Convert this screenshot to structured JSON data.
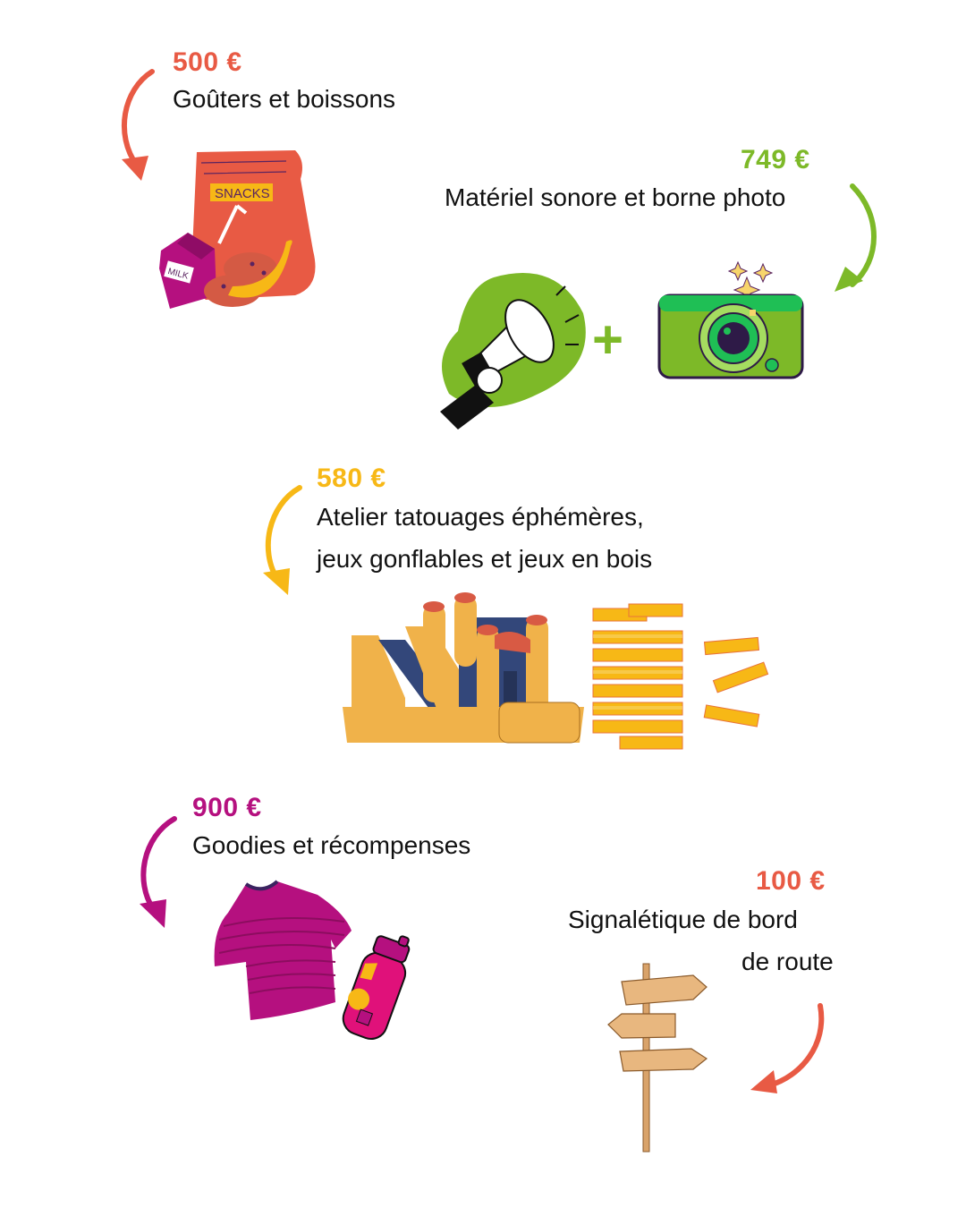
{
  "colors": {
    "coral": "#E85A44",
    "green": "#7DB928",
    "yellow": "#F7B816",
    "magenta": "#B5107F",
    "text": "#111111"
  },
  "items": [
    {
      "id": "snacks",
      "price": "500 €",
      "label_lines": [
        "Goûters et boissons"
      ],
      "color": "#E85A44",
      "illustration": "snack-bag-milk-banana-cookies",
      "bag_text": "SNACKS",
      "carton_text": "MILK"
    },
    {
      "id": "sound-photo",
      "price": "749 €",
      "label_lines": [
        "Matériel sonore et borne photo"
      ],
      "color": "#7DB928",
      "illustration": "megaphone-plus-camera",
      "plus_sign": "+"
    },
    {
      "id": "games",
      "price": "580 €",
      "label_lines": [
        "Atelier tatouages éphémères,",
        "jeux gonflables et jeux en bois"
      ],
      "color": "#F7B816",
      "illustration": "bouncy-castle-and-wooden-tower"
    },
    {
      "id": "goodies",
      "price": "900 €",
      "label_lines": [
        "Goodies et récompenses"
      ],
      "color": "#B5107F",
      "illustration": "tshirt-and-water-bottle"
    },
    {
      "id": "signage",
      "price": "100 €",
      "label_lines": [
        "Signalétique de bord",
        "de route"
      ],
      "color": "#E85A44",
      "illustration": "wooden-signpost"
    }
  ]
}
